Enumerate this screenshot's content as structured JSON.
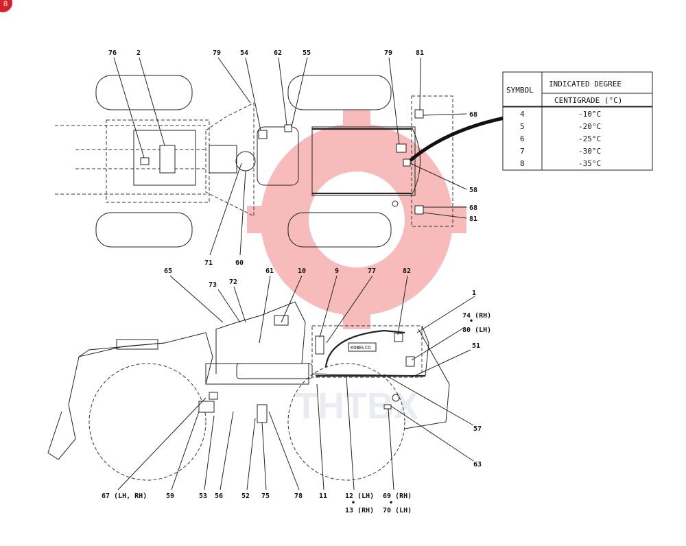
{
  "badge": "8",
  "callouts_top": [
    "76",
    "2",
    "79",
    "54",
    "62",
    "55",
    "79",
    "81",
    "68",
    "58",
    "68",
    "81",
    "71",
    "60"
  ],
  "callouts_side": [
    "65",
    "73",
    "72",
    "61",
    "10",
    "9",
    "77",
    "82",
    "1",
    "74 (RH)",
    "80 (LH)",
    "51",
    "57",
    "63",
    "67 (LH, RH)",
    "59",
    "53",
    "56",
    "52",
    "75",
    "78",
    "11",
    "12 (LH)",
    "13 (RH)",
    "69 (RH)",
    "70 (LH)"
  ],
  "logo_text": "KOBELCO",
  "table": {
    "header_symbol": "SYMBOL",
    "header_degree": "INDICATED DEGREE",
    "header_unit": "CENTIGRADE (°C)",
    "rows": [
      {
        "symbol": "4",
        "degree": "-10°C"
      },
      {
        "symbol": "5",
        "degree": "-20°C"
      },
      {
        "symbol": "6",
        "degree": "-25°C"
      },
      {
        "symbol": "7",
        "degree": "-30°C"
      },
      {
        "symbol": "8",
        "degree": "-35°C"
      }
    ]
  },
  "colors": {
    "badge": "#d6202a",
    "watermark": "#e8403c"
  }
}
